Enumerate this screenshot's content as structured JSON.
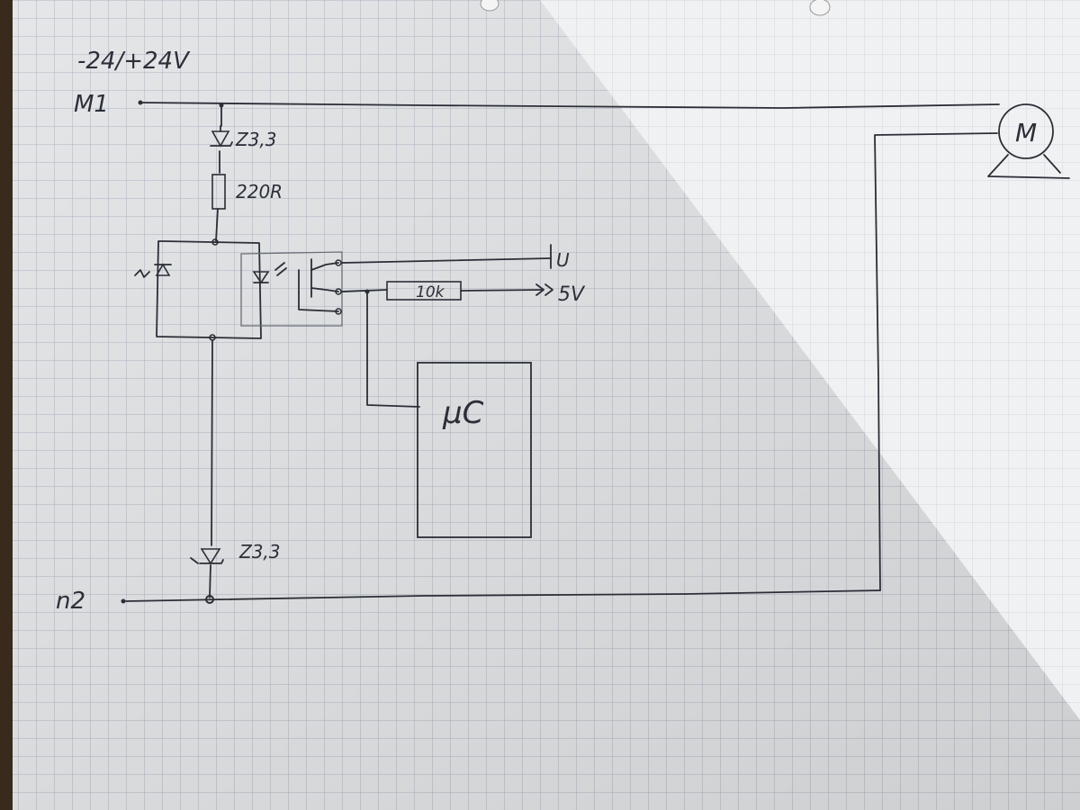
{
  "supply_label": "-24/+24V",
  "node_m1": "M1",
  "node_m2": "n2",
  "zener_top": "Z3,3",
  "resistor_220": "220R",
  "zener_bottom": "Z3,3",
  "resistor_10k": "10k",
  "output_u": "U",
  "supply_5v": "5V",
  "mcu": "µC",
  "motor": "M",
  "colors": {
    "ink": "#2b2e36",
    "paper": "#e6e8ea",
    "grid": "#aeb6c2",
    "desk": "#3a2a1c"
  }
}
